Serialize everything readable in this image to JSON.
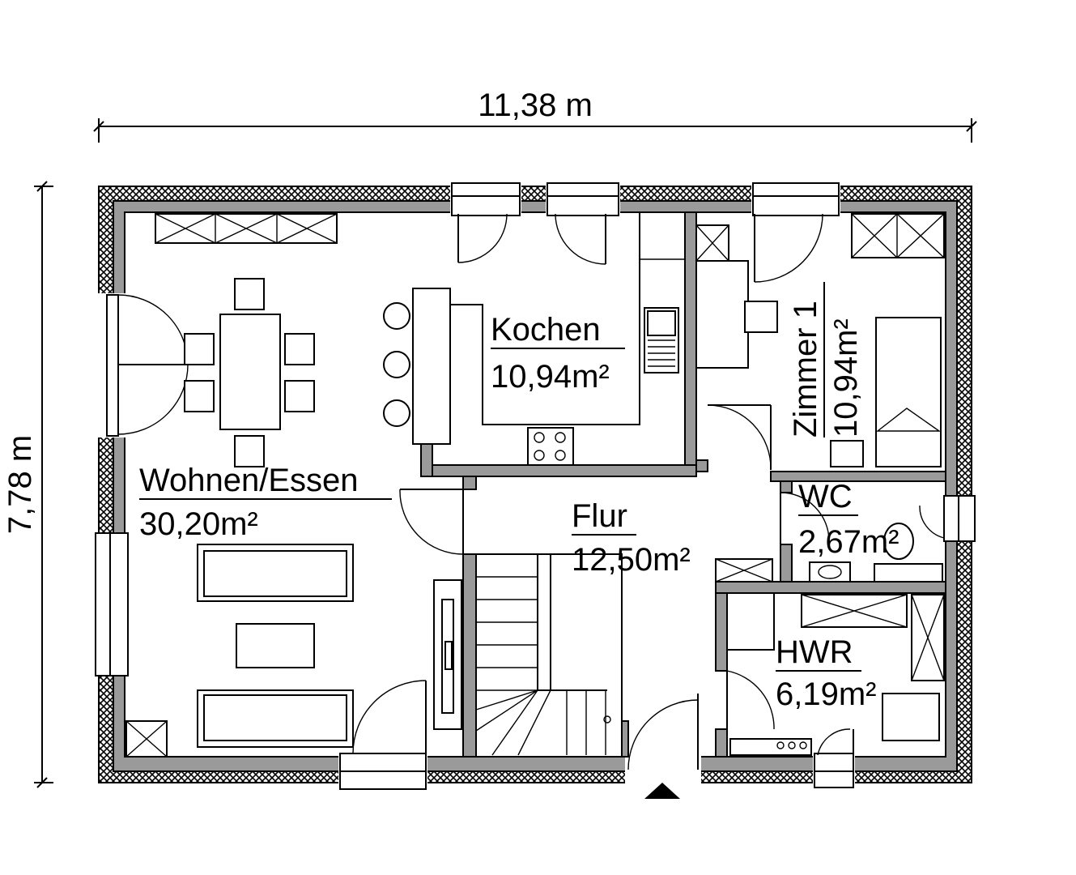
{
  "dimensions": {
    "width": "11,38 m",
    "depth": "7,78 m"
  },
  "rooms": {
    "wohnen": {
      "name": "Wohnen/Essen",
      "area": "30,20m²"
    },
    "kochen": {
      "name": "Kochen",
      "area": "10,94m²"
    },
    "zimmer": {
      "name": "Zimmer 1",
      "area": "10,94m²"
    },
    "flur": {
      "name": "Flur",
      "area": "12,50m²"
    },
    "wc": {
      "name": "WC",
      "area": "2,67m²"
    },
    "hwr": {
      "name": "HWR",
      "area": "6,19m²"
    }
  }
}
